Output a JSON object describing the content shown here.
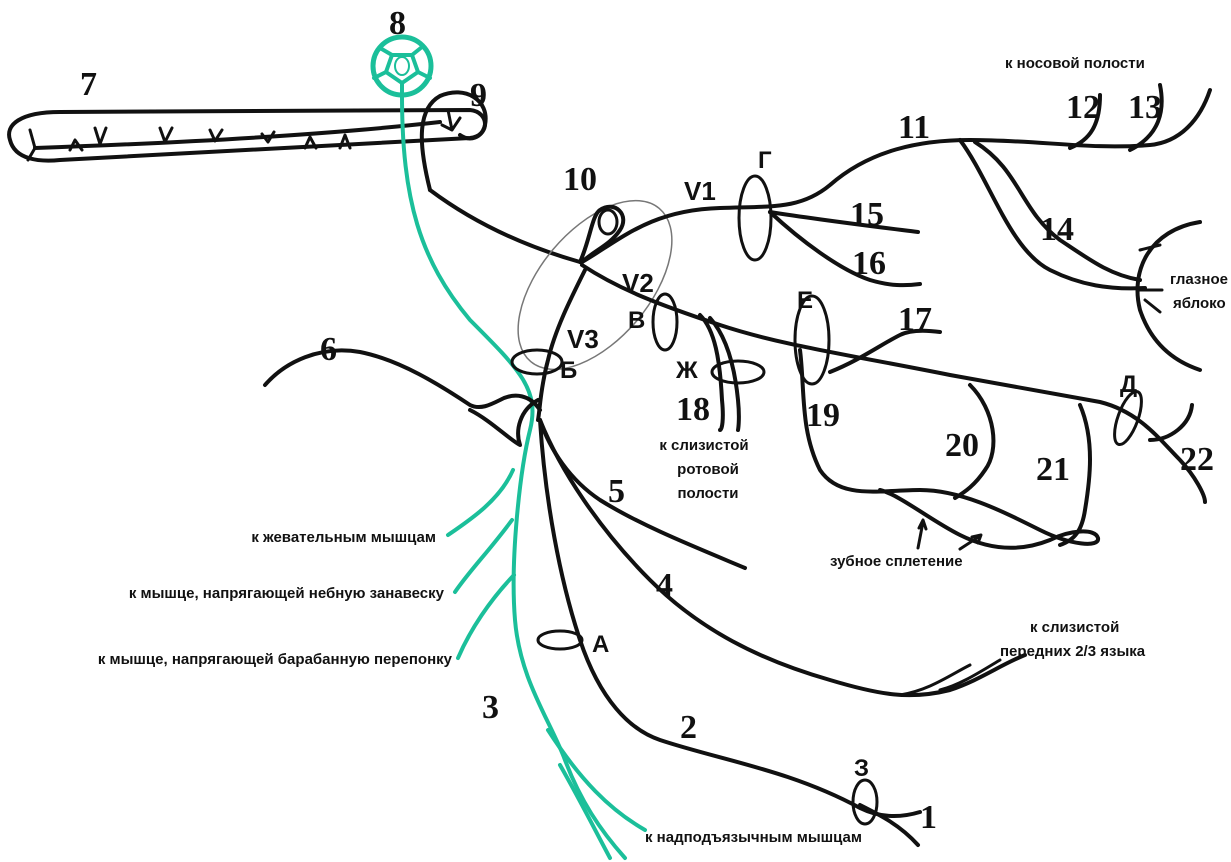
{
  "colors": {
    "nerve": "#111111",
    "motor_root": "#1bbf9a"
  },
  "numbers": [
    "1",
    "2",
    "3",
    "4",
    "5",
    "6",
    "7",
    "8",
    "9",
    "10",
    "11",
    "12",
    "13",
    "14",
    "15",
    "16",
    "17",
    "18",
    "19",
    "20",
    "21",
    "22"
  ],
  "branches": {
    "v1": "V1",
    "v2": "V2",
    "v3": "V3"
  },
  "letters": {
    "a": "А",
    "b": "Б",
    "v": "В",
    "g": "Г",
    "d": "Д",
    "e": "Е",
    "zh": "Ж",
    "z": "З"
  },
  "labels": {
    "nasal_cavity": "к носовой полости",
    "eyeball_1": "глазное",
    "eyeball_2": "яблоко",
    "oral_mucosa_1": "к слизистой",
    "oral_mucosa_2": "ротовой",
    "oral_mucosa_3": "полости",
    "dental_plexus": "зубное сплетение",
    "tongue_1": "к слизистой",
    "tongue_2": "передних 2/3 языка",
    "masticatory": "к жевательным мышцам",
    "tensor_veli": "к мышце, напрягающей небную занавеску",
    "tensor_tympani": "к мышце, напрягающей барабанную перепонку",
    "suprahyoid": "к надподъязычным мышцам"
  }
}
